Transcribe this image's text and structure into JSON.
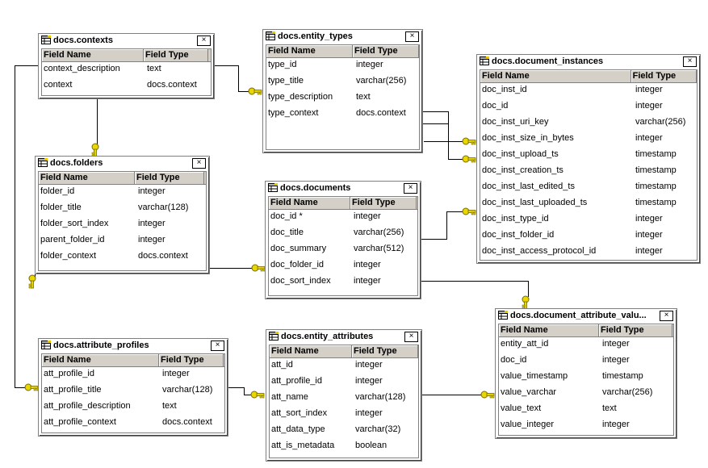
{
  "header_labels": {
    "field": "Field Name",
    "type": "Field Type"
  },
  "close_glyph": "×",
  "colors": {
    "key": "#e8d800",
    "key_outline": "#7a6a00",
    "line": "#000000"
  },
  "tables": [
    {
      "id": "contexts",
      "title": "docs.contexts",
      "fields": [
        [
          "context_description",
          "text"
        ],
        [
          "context",
          "docs.context"
        ]
      ]
    },
    {
      "id": "entity_types",
      "title": "docs.entity_types",
      "fields": [
        [
          "type_id",
          "integer"
        ],
        [
          "type_title",
          "varchar(256)"
        ],
        [
          "type_description",
          "text"
        ],
        [
          "type_context",
          "docs.context"
        ]
      ]
    },
    {
      "id": "document_instances",
      "title": "docs.document_instances",
      "fields": [
        [
          "doc_inst_id",
          "integer"
        ],
        [
          "doc_id",
          "integer"
        ],
        [
          "doc_inst_uri_key",
          "varchar(256)"
        ],
        [
          "doc_inst_size_in_bytes",
          "integer"
        ],
        [
          "doc_inst_upload_ts",
          "timestamp"
        ],
        [
          "doc_inst_creation_ts",
          "timestamp"
        ],
        [
          "doc_inst_last_edited_ts",
          "timestamp"
        ],
        [
          "doc_inst_last_uploaded_ts",
          "timestamp"
        ],
        [
          "doc_inst_type_id",
          "integer"
        ],
        [
          "doc_inst_folder_id",
          "integer"
        ],
        [
          "doc_inst_access_protocol_id",
          "integer"
        ]
      ]
    },
    {
      "id": "folders",
      "title": "docs.folders",
      "fields": [
        [
          "folder_id",
          "integer"
        ],
        [
          "folder_title",
          "varchar(128)"
        ],
        [
          "folder_sort_index",
          "integer"
        ],
        [
          "parent_folder_id",
          "integer"
        ],
        [
          "folder_context",
          "docs.context"
        ]
      ]
    },
    {
      "id": "documents",
      "title": "docs.documents",
      "fields": [
        [
          "doc_id *",
          "integer"
        ],
        [
          "doc_title",
          "varchar(256)"
        ],
        [
          "doc_summary",
          "varchar(512)"
        ],
        [
          "doc_folder_id",
          "integer"
        ],
        [
          "doc_sort_index",
          "integer"
        ]
      ]
    },
    {
      "id": "document_attribute_values",
      "title": "docs.document_attribute_valu...",
      "fields": [
        [
          "entity_att_id",
          "integer"
        ],
        [
          "doc_id",
          "integer"
        ],
        [
          "value_timestamp",
          "timestamp"
        ],
        [
          "value_varchar",
          "varchar(256)"
        ],
        [
          "value_text",
          "text"
        ],
        [
          "value_integer",
          "integer"
        ]
      ]
    },
    {
      "id": "attribute_profiles",
      "title": "docs.attribute_profiles",
      "fields": [
        [
          "att_profile_id",
          "integer"
        ],
        [
          "att_profile_title",
          "varchar(128)"
        ],
        [
          "att_profile_description",
          "text"
        ],
        [
          "att_profile_context",
          "docs.context"
        ]
      ]
    },
    {
      "id": "entity_attributes",
      "title": "docs.entity_attributes",
      "fields": [
        [
          "att_id",
          "integer"
        ],
        [
          "att_profile_id",
          "integer"
        ],
        [
          "att_name",
          "varchar(128)"
        ],
        [
          "att_sort_index",
          "integer"
        ],
        [
          "att_data_type",
          "varchar(32)"
        ],
        [
          "att_is_metadata",
          "boolean"
        ]
      ]
    }
  ]
}
